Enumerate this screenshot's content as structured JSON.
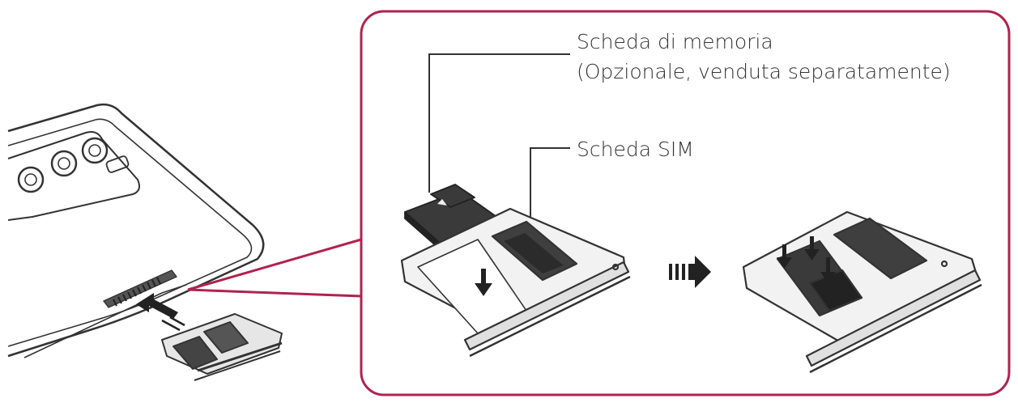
{
  "labels": {
    "memory_card": "Scheda di memoria",
    "memory_card_note": "(Opzionale, venduta separatamente)",
    "sim_card": "Scheda SIM"
  },
  "colors": {
    "callout_border": "#b0234e",
    "line": "#333333",
    "card": "#3a3a3a",
    "tray_fill": "#f2f2f2",
    "arrow": "#222222"
  },
  "icons": [
    "phone-illustration",
    "insert-arrow-icon",
    "next-step-arrow-icon",
    "press-down-arrow-icon"
  ]
}
